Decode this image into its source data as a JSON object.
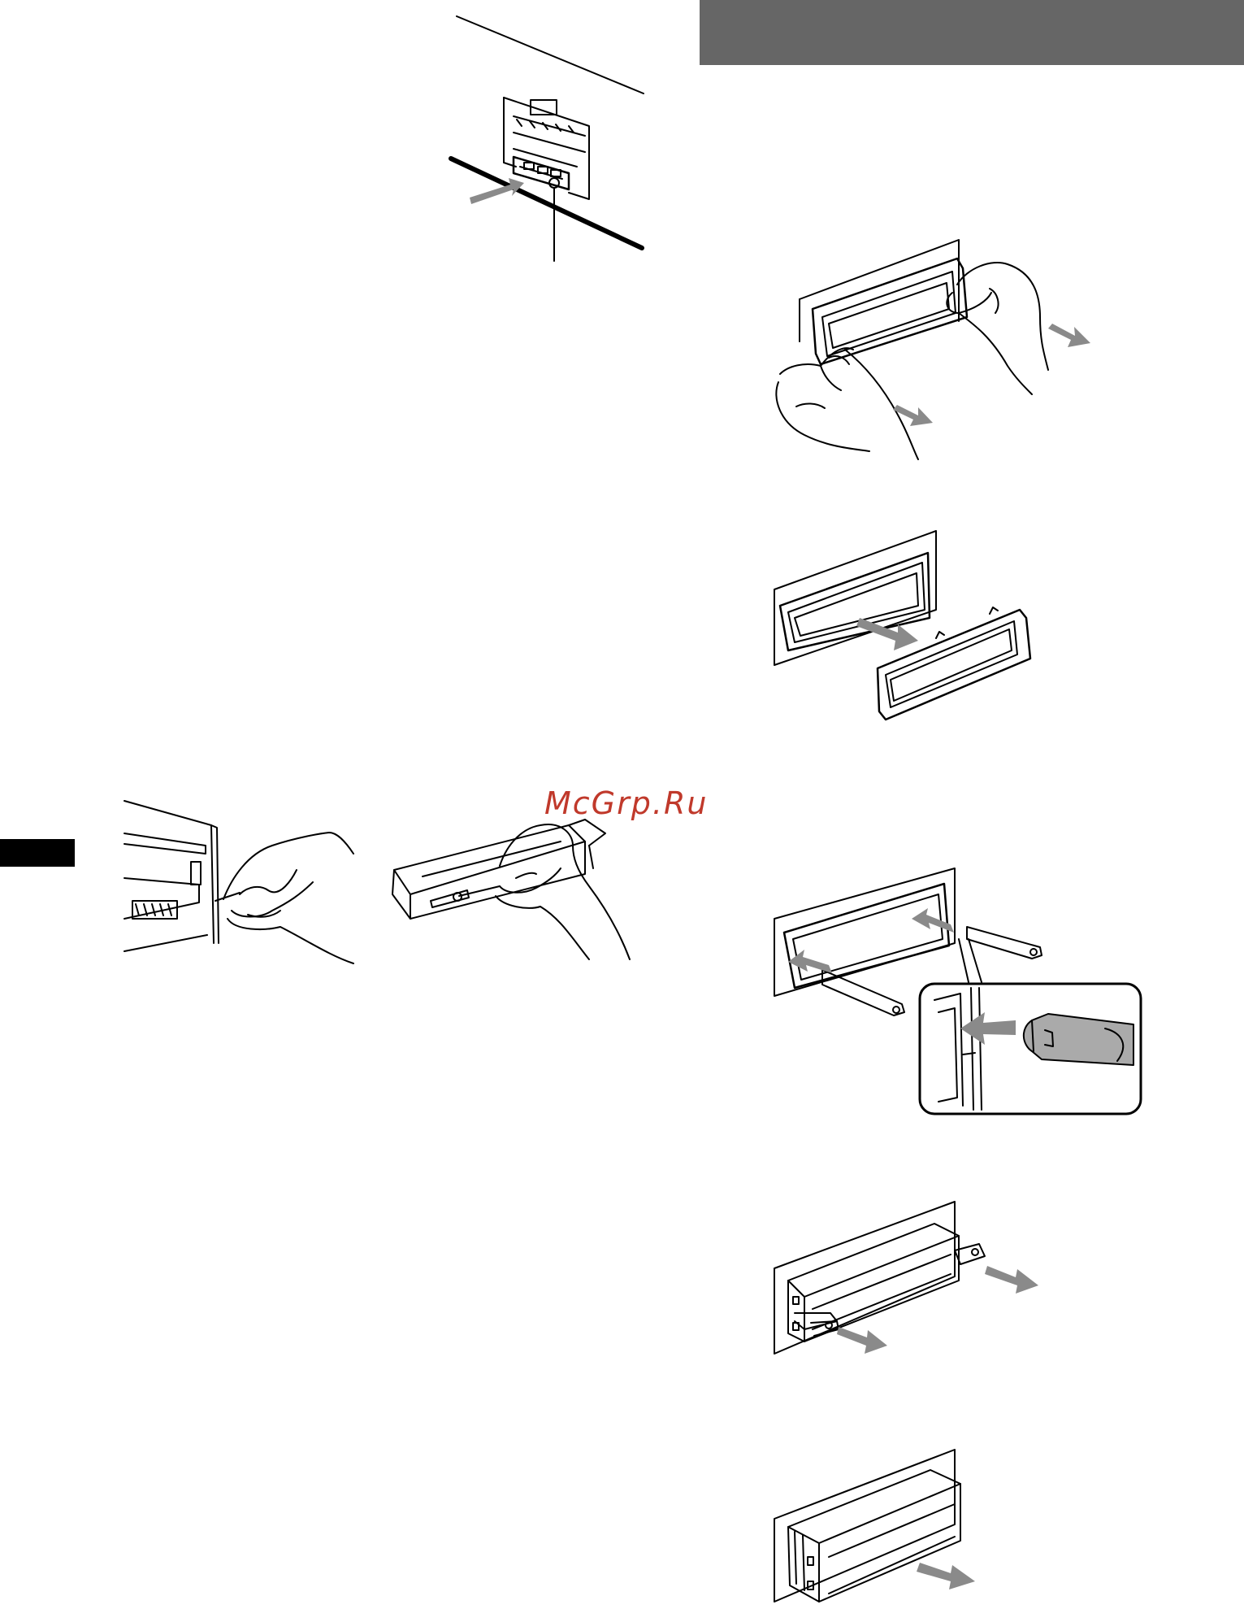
{
  "page": {
    "watermark": "McGrp.Ru",
    "colors": {
      "header_bar": "#666666",
      "side_tab": "#000000",
      "arrow": "#8a8a8a",
      "line": "#000000",
      "watermark": "#c0392b"
    }
  },
  "figures": [
    {
      "name": "connector-release-figure",
      "icon": "connector-release-icon"
    },
    {
      "name": "front-panel-clean-figure",
      "icon": "cotton-swab-cleaning-icon"
    },
    {
      "name": "escutcheon-hands-figure",
      "icon": "hands-pull-icon"
    },
    {
      "name": "escutcheon-removed-figure",
      "icon": "frame-remove-icon"
    },
    {
      "name": "release-keys-insert-figure",
      "icon": "release-key-icon"
    },
    {
      "name": "release-keys-pull-figure",
      "icon": "pull-arrow-icon"
    },
    {
      "name": "unit-slide-out-figure",
      "icon": "unit-remove-icon"
    }
  ]
}
